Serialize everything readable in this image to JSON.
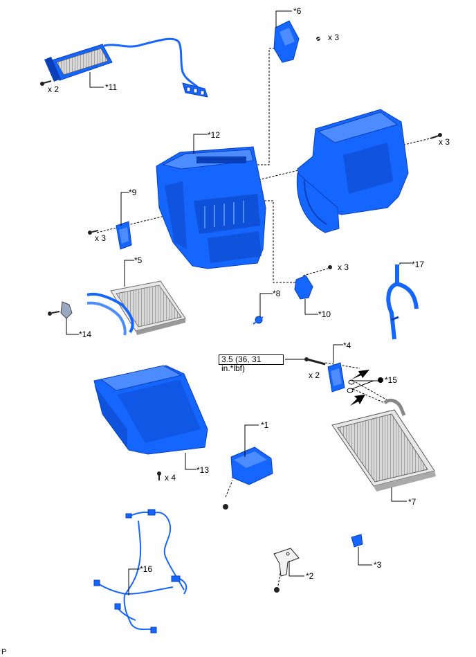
{
  "callouts": {
    "c1": "*1",
    "c2": "*2",
    "c3": "*3",
    "c4": "*4",
    "c5": "*5",
    "c6": "*6",
    "c7": "*7",
    "c8": "*8",
    "c9": "*9",
    "c10": "*10",
    "c11": "*11",
    "c12": "*12",
    "c13": "*13",
    "c14": "*14",
    "c15": "*15",
    "c16": "*16",
    "c17": "*17"
  },
  "quantities": {
    "q_c11": "x 2",
    "q_c6": "x 3",
    "q_case": "x 3",
    "q_c9": "x 3",
    "q_c10": "x 3",
    "q_c4": "x 2",
    "q_c13": "x 4"
  },
  "torque": {
    "value": "3.5 (36, 31",
    "unit_line": "in.*lbf)"
  },
  "corner_mark": "P",
  "colors": {
    "part_fill": "#1565ff",
    "part_dark": "#0a3fb8",
    "part_light": "#4d8cff",
    "line": "#000000"
  }
}
